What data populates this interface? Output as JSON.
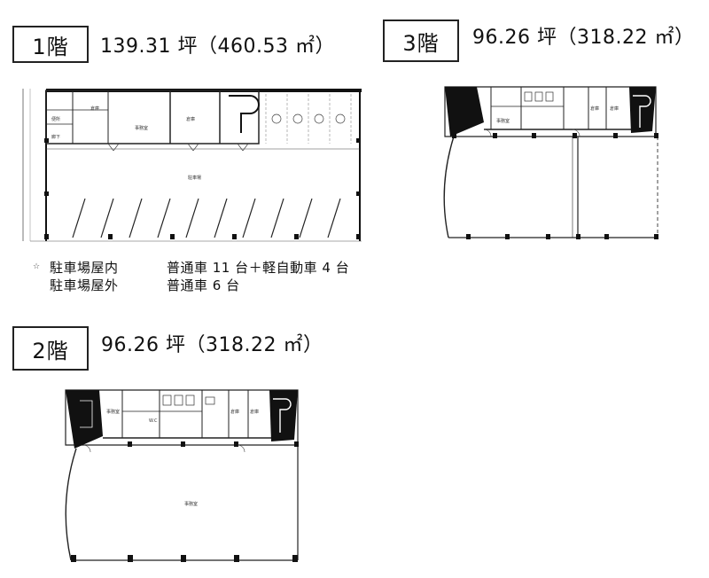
{
  "floors": {
    "f1": {
      "label": "1階",
      "area": "139.31 坪（460.53 ㎡）"
    },
    "f2": {
      "label": "2階",
      "area": "96.26 坪（318.22 ㎡）"
    },
    "f3": {
      "label": "3階",
      "area": "96.26 坪（318.22 ㎡）"
    }
  },
  "parking": {
    "indoor_label": "駐車場屋内",
    "indoor_value": "普通車 11 台＋軽自動車 4 台",
    "outdoor_label": "駐車場屋外",
    "outdoor_value": "普通車 6 台"
  }
}
